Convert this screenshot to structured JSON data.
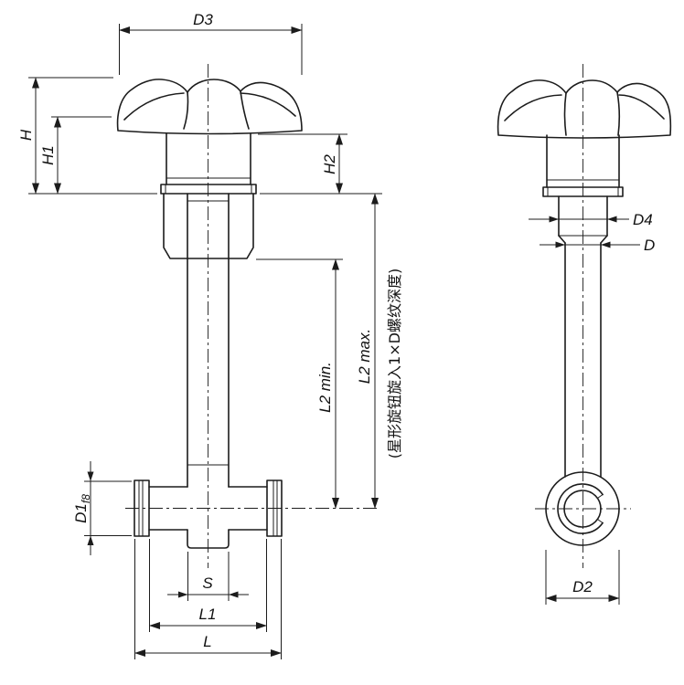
{
  "drawing": {
    "title": "star-knob-with-pin-technical-drawing",
    "labels": {
      "d3": "D3",
      "h": "H",
      "h1": "H1",
      "h2": "H2",
      "l2_min": "L2 min.",
      "l2_max": "L2 max.",
      "thread_note": "(星形旋钮旋入1×D螺纹深度)",
      "d1": "D1",
      "d1_tol": "f8",
      "s": "S",
      "l1": "L1",
      "l": "L",
      "d4": "D4",
      "d": "D",
      "d2": "D2"
    },
    "colors": {
      "line": "#1c1c1c",
      "background": "#ffffff"
    }
  }
}
